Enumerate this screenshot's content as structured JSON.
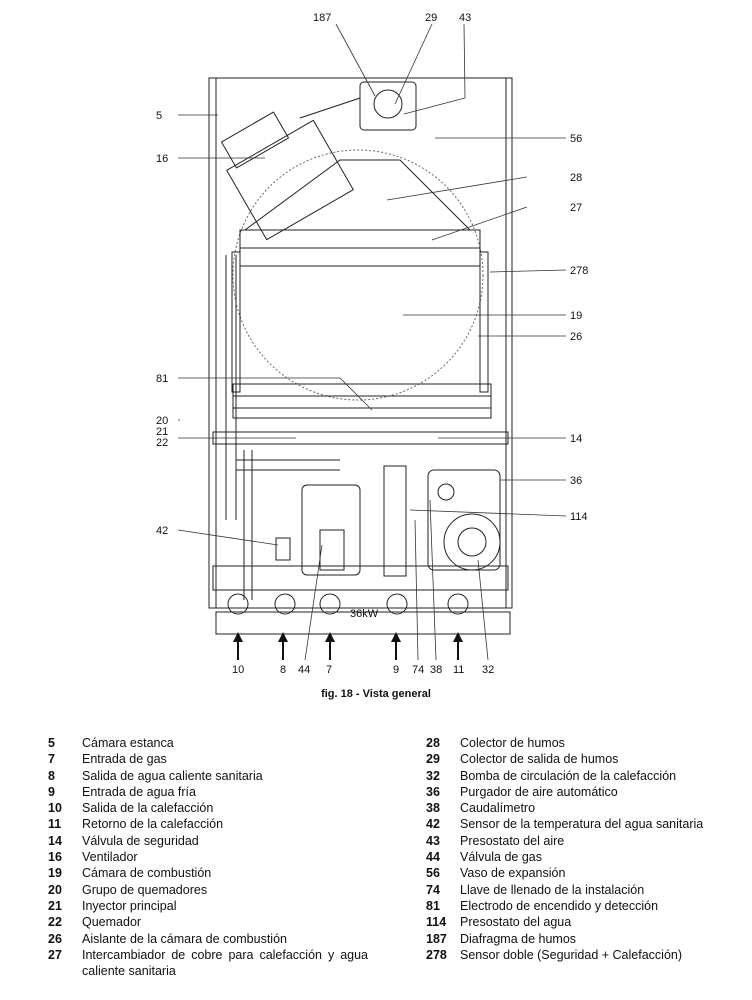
{
  "callouts": {
    "c187": "187",
    "c29": "29",
    "c43": "43",
    "c5": "5",
    "c56": "56",
    "c16": "16",
    "c28": "28",
    "c27": "27",
    "c278": "278",
    "c19": "19",
    "c26": "26",
    "c81": "81",
    "c20": "20",
    "c21": "21",
    "c22": "22",
    "c14": "14",
    "c36": "36",
    "c42": "42",
    "c114": "114",
    "c10": "10",
    "c8": "8",
    "c44": "44",
    "c7": "7",
    "c9": "9",
    "c74": "74",
    "c38": "38",
    "c11": "11",
    "c32": "32"
  },
  "plate_label": "36kW",
  "caption": "fig. 18 - Vista general",
  "legend_left": [
    {
      "num": "5",
      "text": "Cámara estanca"
    },
    {
      "num": "7",
      "text": "Entrada de gas"
    },
    {
      "num": "8",
      "text": "Salida de agua caliente sanitaria"
    },
    {
      "num": "9",
      "text": "Entrada de agua fría"
    },
    {
      "num": "10",
      "text": "Salida de la calefacción"
    },
    {
      "num": "11",
      "text": "Retorno de la calefacción"
    },
    {
      "num": "14",
      "text": "Válvula de seguridad"
    },
    {
      "num": "16",
      "text": "Ventilador"
    },
    {
      "num": "19",
      "text": "Cámara de combustión"
    },
    {
      "num": "20",
      "text": "Grupo de quemadores"
    },
    {
      "num": "21",
      "text": "Inyector principal"
    },
    {
      "num": "22",
      "text": "Quemador"
    },
    {
      "num": "26",
      "text": "Aislante de la cámara de combustión"
    },
    {
      "num": "27",
      "text": "Intercambiador de cobre para calefacción y agua caliente sanitaria"
    }
  ],
  "legend_right": [
    {
      "num": "28",
      "text": "Colector de humos"
    },
    {
      "num": "29",
      "text": "Colector de salida de humos"
    },
    {
      "num": "32",
      "text": "Bomba de circulación de la calefacción"
    },
    {
      "num": "36",
      "text": "Purgador de aire automático"
    },
    {
      "num": "38",
      "text": "Caudalímetro"
    },
    {
      "num": "42",
      "text": "Sensor de la temperatura del agua sanitaria"
    },
    {
      "num": "43",
      "text": "Presostato del aire"
    },
    {
      "num": "44",
      "text": "Válvula de gas"
    },
    {
      "num": "56",
      "text": "Vaso de expansión"
    },
    {
      "num": "74",
      "text": "Llave de llenado de la instalación"
    },
    {
      "num": "81",
      "text": "Electrodo de encendido y detección"
    },
    {
      "num": "114",
      "text": "Presostato del agua"
    },
    {
      "num": "187",
      "text": "Diafragma de humos"
    },
    {
      "num": "278",
      "text": "Sensor doble (Seguridad + Calefacción)"
    }
  ]
}
